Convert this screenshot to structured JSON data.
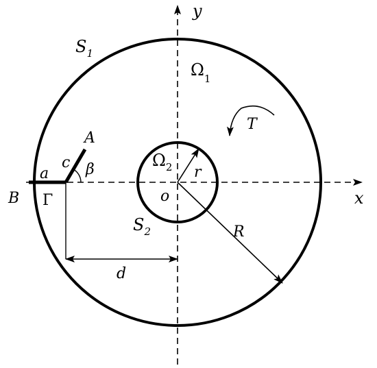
{
  "labels": {
    "y_axis": "y",
    "x_axis": "x",
    "outer_boundary": "S",
    "outer_boundary_sub": "1",
    "inner_boundary": "S",
    "inner_boundary_sub": "2",
    "outer_domain": "Ω",
    "outer_domain_sub": "1",
    "inner_domain": "Ω",
    "inner_domain_sub": "2",
    "rotation": "T",
    "crack_tip": "A",
    "boundary_point": "B",
    "segment_a": "a",
    "segment_c": "c",
    "angle": "β",
    "cut": "Γ",
    "origin": "o",
    "inner_radius": "r",
    "outer_radius": "R",
    "distance": "d"
  },
  "colors": {
    "stroke": "#000000",
    "background": "#ffffff"
  }
}
